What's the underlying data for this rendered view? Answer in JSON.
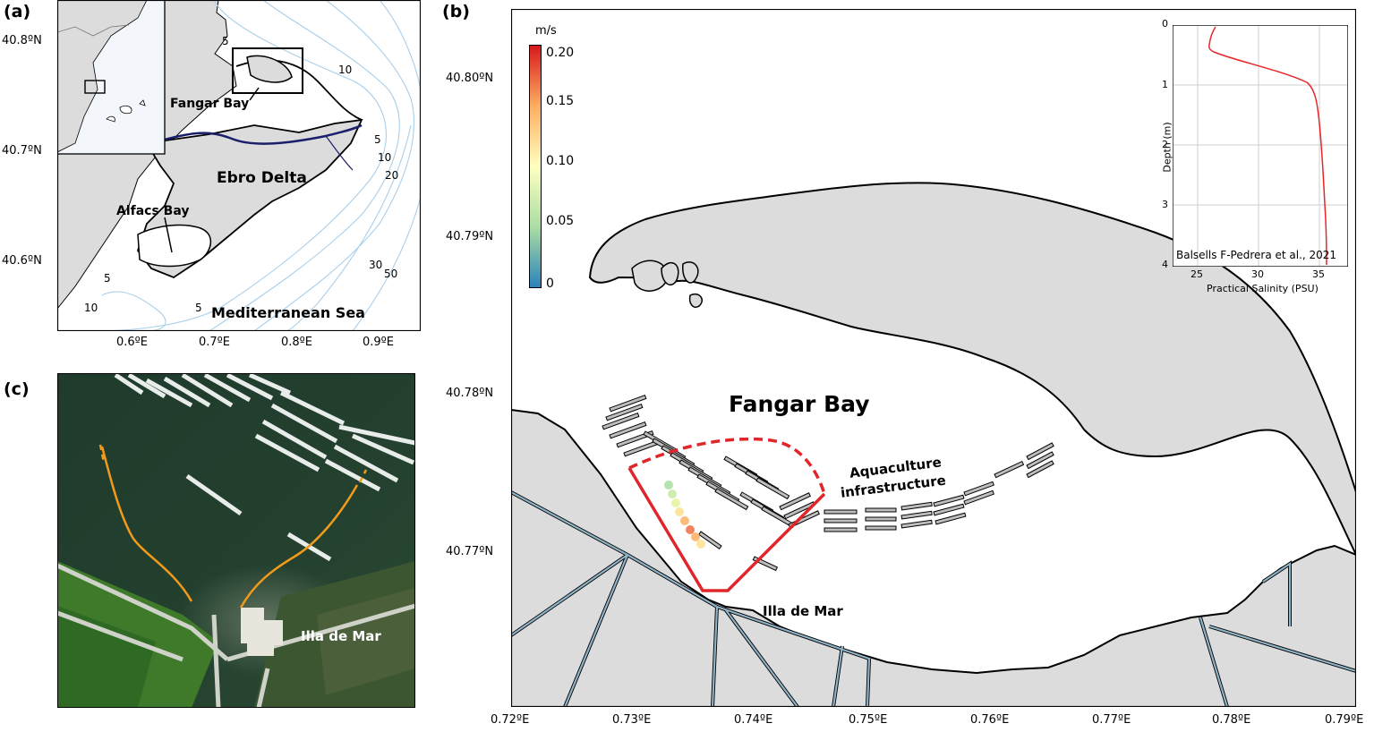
{
  "panels": {
    "a": {
      "letter": "(a)",
      "y_ticks": [
        "40.8ºN",
        "40.7ºN",
        "40.6ºN"
      ],
      "x_ticks": [
        "0.6ºE",
        "0.7ºE",
        "0.8ºE",
        "0.9ºE"
      ],
      "labels": {
        "fangar": "Fangar Bay",
        "ebro": "Ebro Delta",
        "alfacs": "Alfacs Bay",
        "med": "Mediterranean Sea"
      },
      "contours": [
        "5",
        "10",
        "5",
        "10",
        "20",
        "30",
        "50",
        "5",
        "5",
        "10"
      ]
    },
    "b": {
      "letter": "(b)",
      "y_ticks": [
        "40.80ºN",
        "40.79ºN",
        "40.78ºN",
        "40.77ºN"
      ],
      "x_ticks": [
        "0.72ºE",
        "0.73ºE",
        "0.74ºE",
        "0.75ºE",
        "0.76ºE",
        "0.77ºE",
        "0.78ºE",
        "0.79ºE"
      ],
      "labels": {
        "bay": "Fangar Bay",
        "aqua_1": "Aquaculture",
        "aqua_2": "infrastructure",
        "illa": "Illa de Mar"
      },
      "colorbar": {
        "unit": "m/s",
        "ticks": [
          "0.20",
          "0.15",
          "0.10",
          "0.05",
          "0"
        ],
        "colors": [
          "#d7191c",
          "#fdae61",
          "#ffffbf",
          "#abdda4",
          "#2b83ba"
        ]
      },
      "inset": {
        "y_ticks": [
          "0",
          "1",
          "2",
          "3",
          "4"
        ],
        "x_ticks": [
          "25",
          "30",
          "35"
        ],
        "ylabel": "Depth (m)",
        "xlabel": "Practical Salinity (PSU)",
        "citation": "Balsells F-Pedrera et al., 2021",
        "profile_color": "#e8262a"
      }
    },
    "c": {
      "letter": "(c)",
      "label": "Illa de Mar"
    }
  },
  "colors": {
    "land": "#dcdcdc",
    "sea": "#ffffff",
    "contour": "#a9cfea",
    "river": "#1b1f6b",
    "channel": "#8fb3c7",
    "boundary": "#e0262a",
    "shoreline_c": "#f29a1c"
  }
}
